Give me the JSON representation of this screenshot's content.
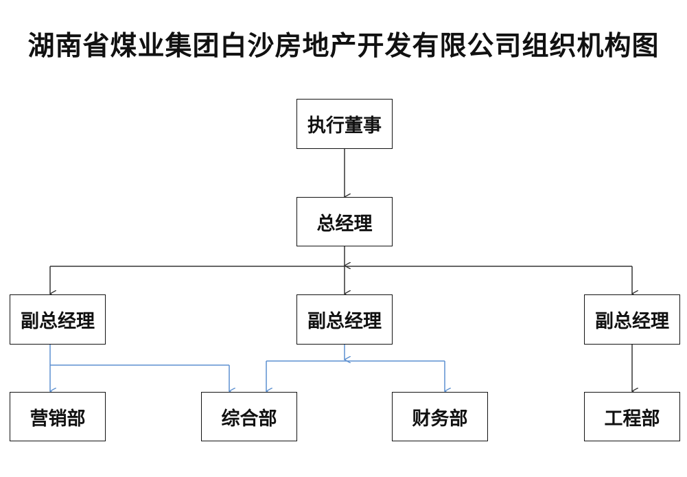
{
  "title": "湖南省煤业集团白沙房地产开发有限公司组织机构图",
  "nodes": {
    "executive_director": "执行董事",
    "general_manager": "总经理",
    "deputy_gm_left": "副总经理",
    "deputy_gm_center": "副总经理",
    "deputy_gm_right": "副总经理",
    "marketing_dept": "营销部",
    "general_affairs_dept": "综合部",
    "finance_dept": "财务部",
    "engineering_dept": "工程部"
  },
  "colors": {
    "line_dark": "#333333",
    "line_blue": "#5b8fd0",
    "box_border": "#111111"
  }
}
